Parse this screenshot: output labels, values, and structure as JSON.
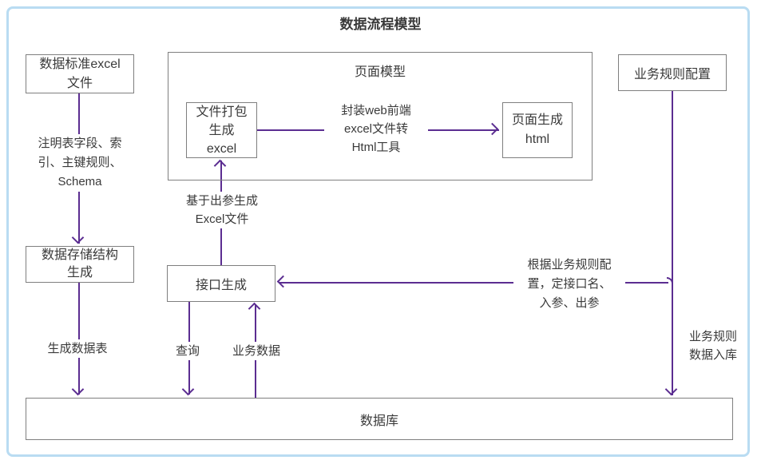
{
  "diagram": {
    "title": "数据流程模型",
    "nodes": {
      "data_standard_excel": "数据标准excel\n文件",
      "page_model": "页面模型",
      "file_package": "文件打包\n生成\nexcel",
      "page_gen_html": "页面生成\nhtml",
      "business_rule_config": "业务规则配置",
      "data_storage": "数据存储结构\n生成",
      "interface_gen": "接口生成",
      "database": "数据库"
    },
    "edge_labels": {
      "schema_note": "注明表字段、索\n引、主键规则、\nSchema",
      "gen_excel": "基于出参生成\nExcel文件",
      "web_tool": "封装web前端\nexcel文件转\nHtml工具",
      "rule_to_interface": "根据业务规则配\n置，定接口名、\n入参、出参",
      "gen_table": "生成数据表",
      "query": "查询",
      "business_data": "业务数据",
      "rule_into_db": "业务规则\n数据入库"
    },
    "colors": {
      "line": "#5b2d91",
      "box_border": "#7f7f7f",
      "text": "#3a3a3a",
      "frame": "#b9dcf2"
    }
  }
}
